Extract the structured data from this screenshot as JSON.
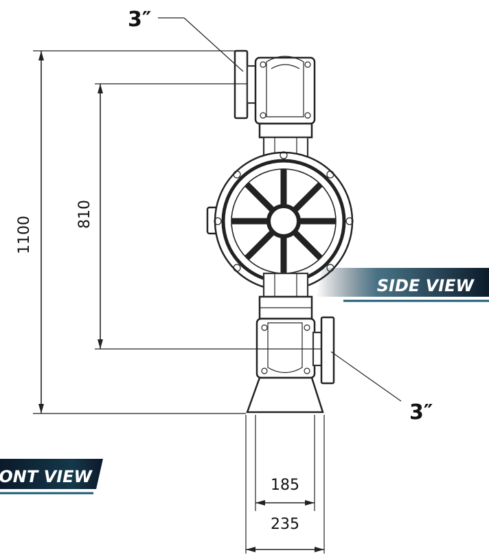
{
  "labels": {
    "top_port": "3″",
    "bottom_port": "3″",
    "overall_height": "1100",
    "port_spacing": "810",
    "inner_width": "185",
    "outer_width": "235",
    "side_view": "SIDE VIEW",
    "front_view": "ONT VIEW"
  },
  "colors": {
    "banner_dark": "#0b1a2a",
    "banner_accent": "#1b5a73",
    "line": "#222222"
  }
}
